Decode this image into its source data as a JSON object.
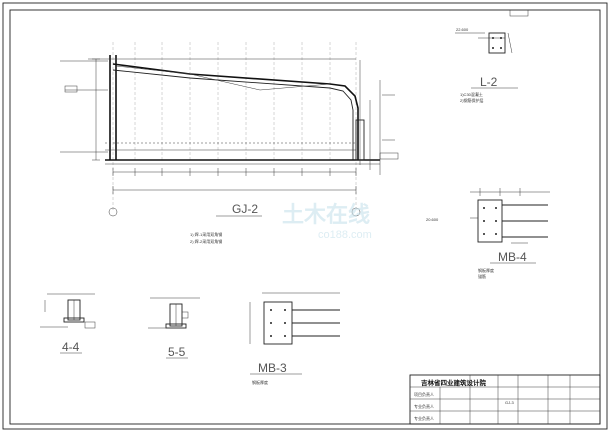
{
  "drawing": {
    "gj2_title": "GJ-2",
    "gj2_notes": [
      "1) 焊-1采用双角钢",
      "2) 焊-2采用双角钢"
    ],
    "l2_title": "L-2",
    "l2_elev": "22.600",
    "l2_notes": [
      "1)C30混凝土",
      "2)钢筋保护层"
    ],
    "mb4_title": "MB-4",
    "mb4_elev": "20.600",
    "mb4_notes": [
      "钢板厚度",
      "锚筋"
    ],
    "section_44_title": "4-4",
    "section_55_title": "5-5",
    "mb3_title": "MB-3",
    "mb3_note": "钢板厚度"
  },
  "title_block": {
    "institute": "吉林省四业建筑设计院",
    "rows": [
      "项目负责人",
      "专业负责人",
      "专业负责人"
    ],
    "drawing_no": "GJ-3"
  },
  "watermark": {
    "text": "土木在线",
    "url": "co188.com"
  }
}
